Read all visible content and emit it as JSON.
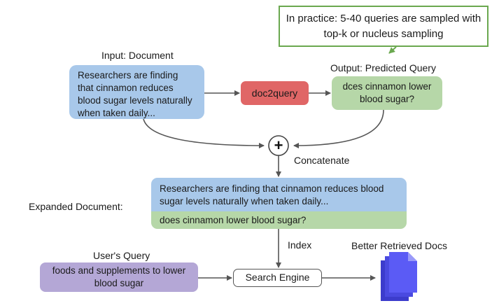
{
  "labels": {
    "input_document": "Input: Document",
    "output_query": "Output: Predicted Query",
    "concatenate": "Concatenate",
    "expanded_document": "Expanded Document:",
    "index": "Index",
    "users_query": "User's Query",
    "better_docs": "Better Retrieved Docs"
  },
  "boxes": {
    "document": "Researchers are finding that cinnamon reduces blood sugar levels naturally when taken daily...",
    "model": "doc2query",
    "predicted_query": "dces cinnamon lower blood sugar?",
    "note": "In practice: 5-40 queries are sampled with top-k or nucleus sampling",
    "expanded_text": "Researchers are finding that cinnamon reduces blood sugar levels naturally when taken daily...",
    "expanded_query": "does cinnamon lower blood sugar?",
    "user_query": "foods and supplements to lower blood sugar",
    "search_engine": "Search Engine"
  },
  "symbols": {
    "plus": "+"
  },
  "icons": {
    "concat_node": "plus-circle-icon",
    "retrieved_docs": "document-stack-icon"
  },
  "colors": {
    "document_blue": "#a8c8ea",
    "model_red": "#e06666",
    "query_green": "#b6d7a8",
    "user_query_purple": "#b4a7d6",
    "note_border": "#6aa84f",
    "docs_icon": "#5b5bf5"
  }
}
